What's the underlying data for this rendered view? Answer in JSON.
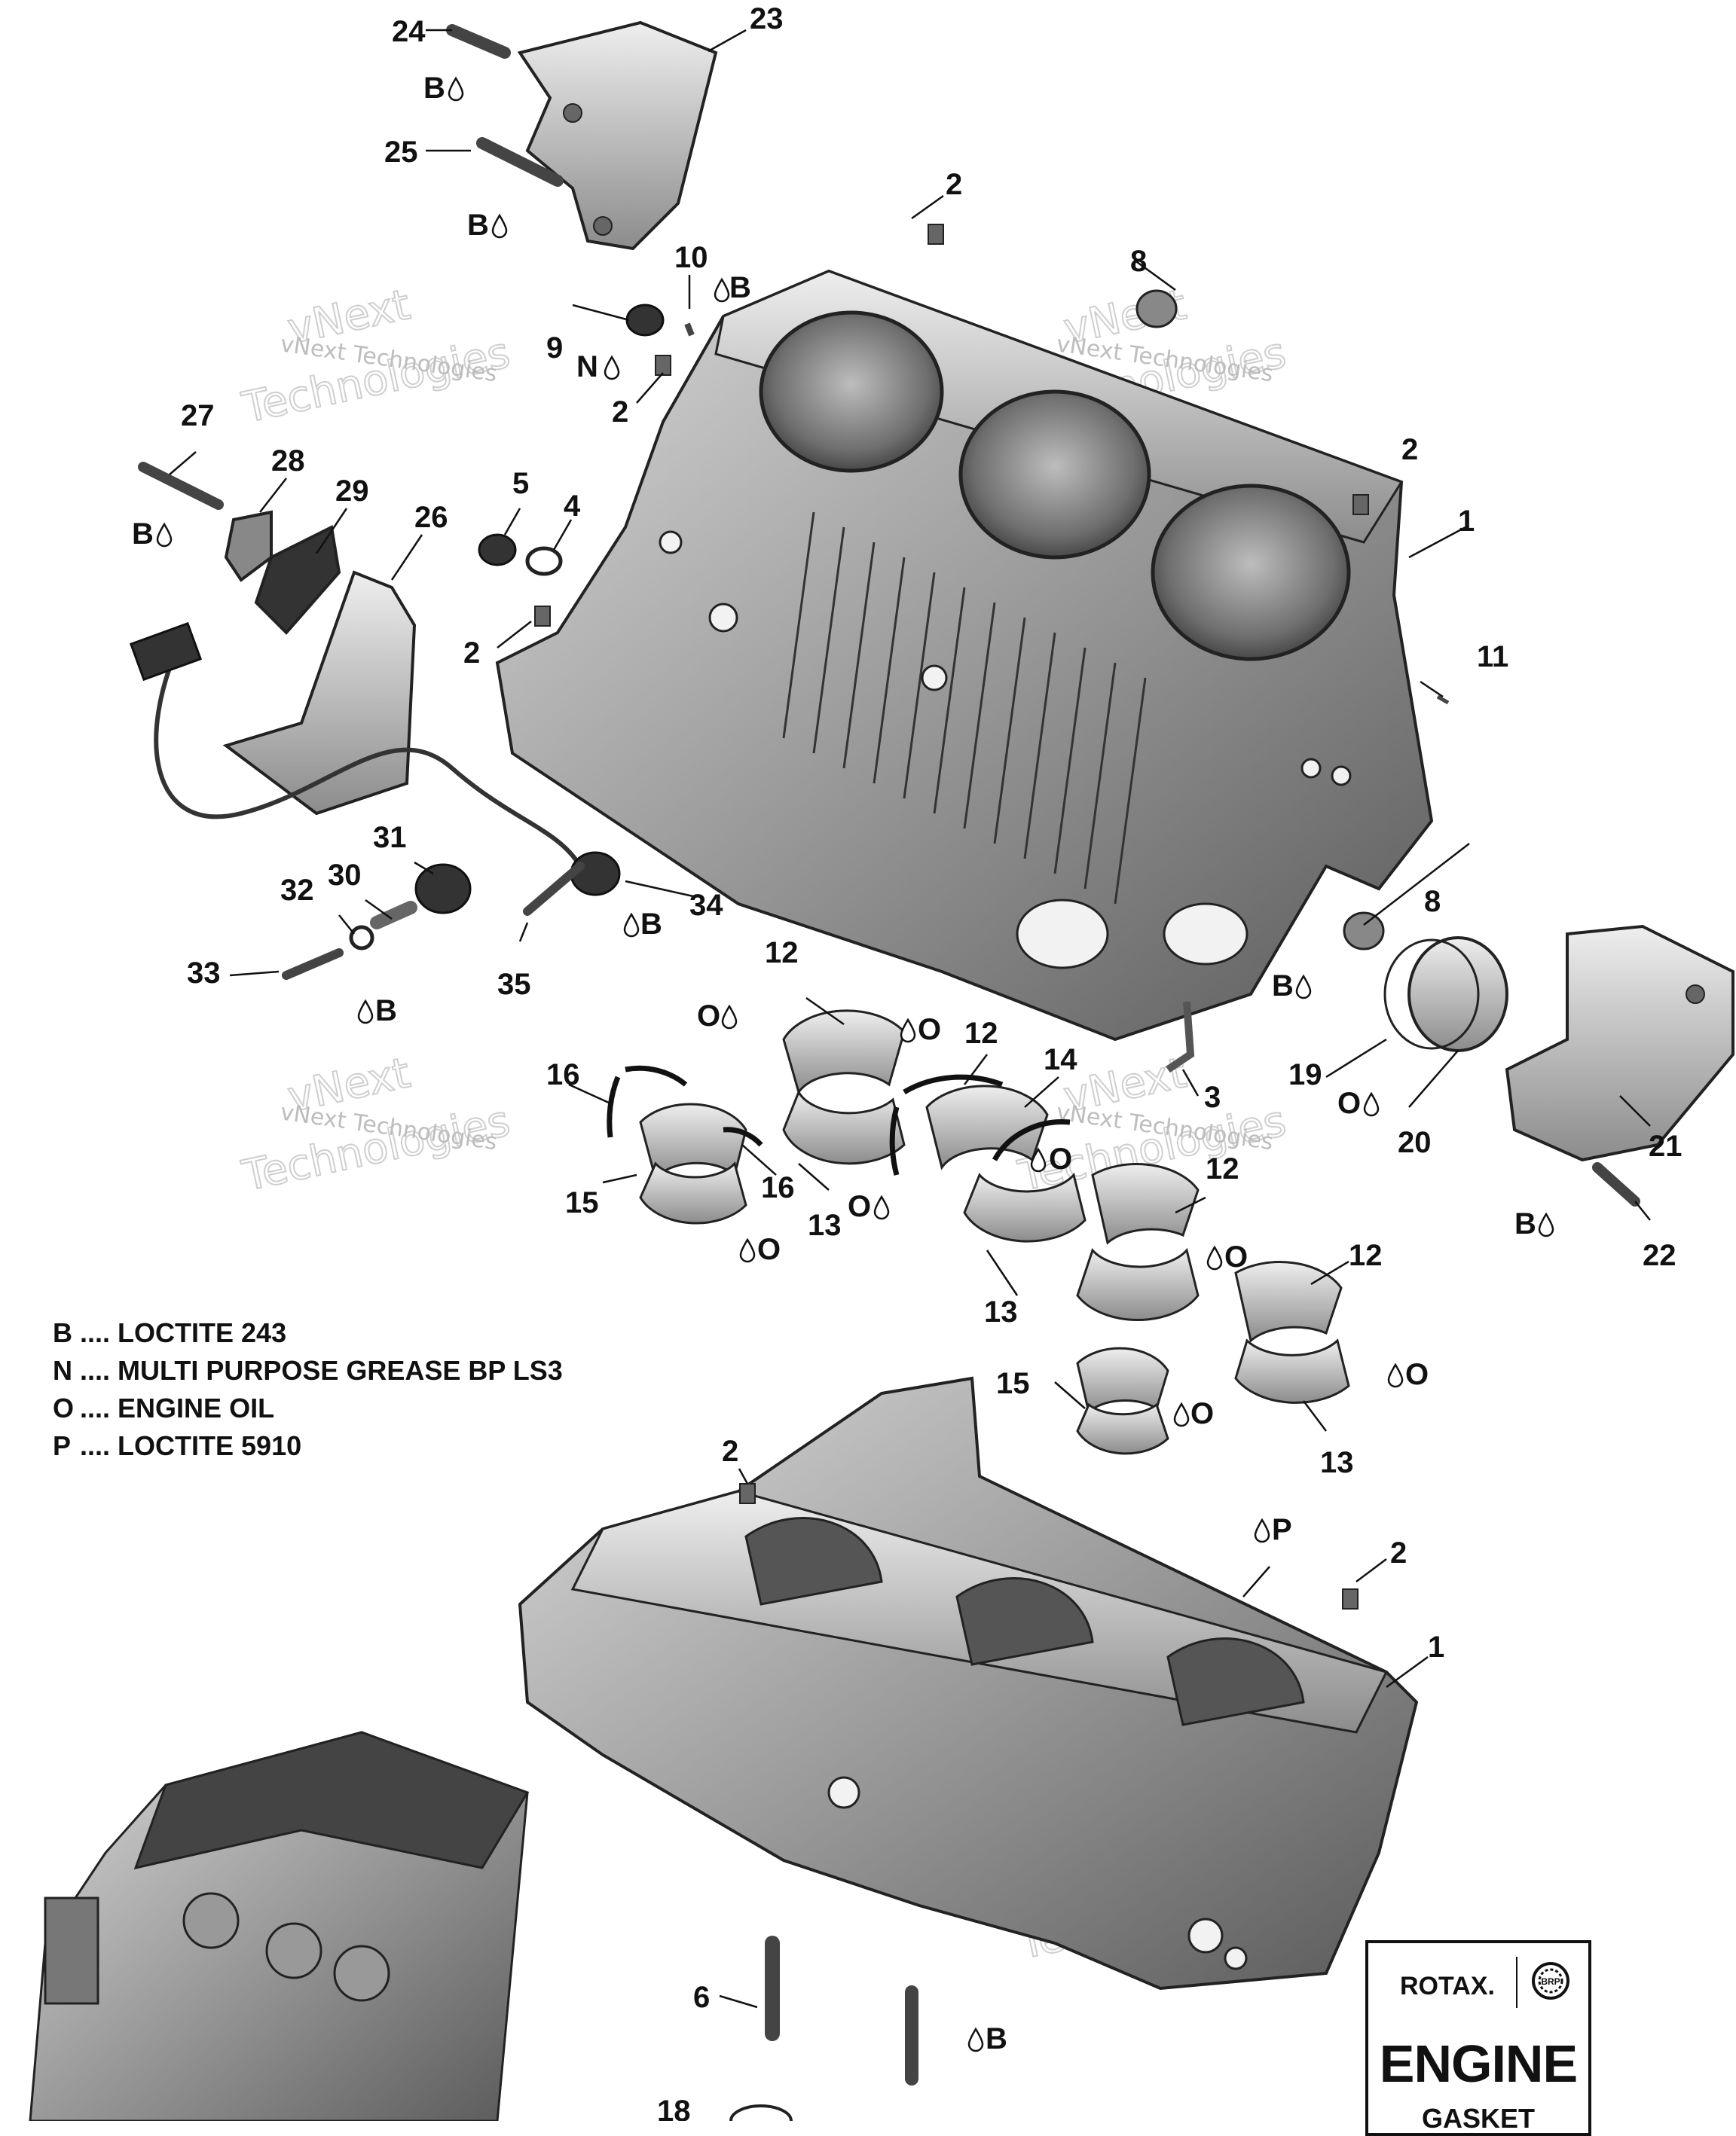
{
  "watermark": {
    "line1": "vNext",
    "line2": "Technologies",
    "caption": "vNext Technologies"
  },
  "legend": [
    {
      "code": "B",
      "text": "LOCTITE 243"
    },
    {
      "code": "N",
      "text": "MULTI PURPOSE GREASE BP LS3"
    },
    {
      "code": "O",
      "text": "ENGINE OIL"
    },
    {
      "code": "P",
      "text": "LOCTITE 5910"
    }
  ],
  "legend_separator": "....",
  "rotax_box": {
    "brand": "ROTAX.",
    "logo_text": "BRP",
    "title": "ENGINE",
    "subtitle": "GASKET"
  },
  "callouts": {
    "c24": "24",
    "c23": "23",
    "c25": "25",
    "c2a": "2",
    "c8a": "8",
    "c10": "10",
    "c9": "9",
    "c2b": "2",
    "c27": "27",
    "c28": "28",
    "c29": "29",
    "c26": "26",
    "c5": "5",
    "c4": "4",
    "c2c": "2",
    "c2d": "2",
    "c1a": "1",
    "c11": "11",
    "c31": "31",
    "c30": "30",
    "c32": "32",
    "c33": "33",
    "c34": "34",
    "c35": "35",
    "c12a": "12",
    "c12b": "12",
    "c14": "14",
    "c8b": "8",
    "c19": "19",
    "c20": "20",
    "c21": "21",
    "c22": "22",
    "c3": "3",
    "c16a": "16",
    "c16b": "16",
    "c15a": "15",
    "c13a": "13",
    "c12c": "12",
    "c13b": "13",
    "c12d": "12",
    "c15b": "15",
    "c13c": "13",
    "c2e": "2",
    "c2f": "2",
    "c1b": "1",
    "c6": "6",
    "c18": "18"
  },
  "markers": {
    "b24": "B",
    "b25": "B",
    "b10": "B",
    "n9": "N",
    "b27": "B",
    "b34": "B",
    "b32": "B",
    "o16": "O",
    "o12a": "O",
    "o14": "O",
    "o13a": "O",
    "o15a": "O",
    "b8": "B",
    "o19": "O",
    "b22": "B",
    "o12c": "O",
    "o12d": "O",
    "o15b": "O",
    "p1": "P",
    "b7": "B"
  }
}
